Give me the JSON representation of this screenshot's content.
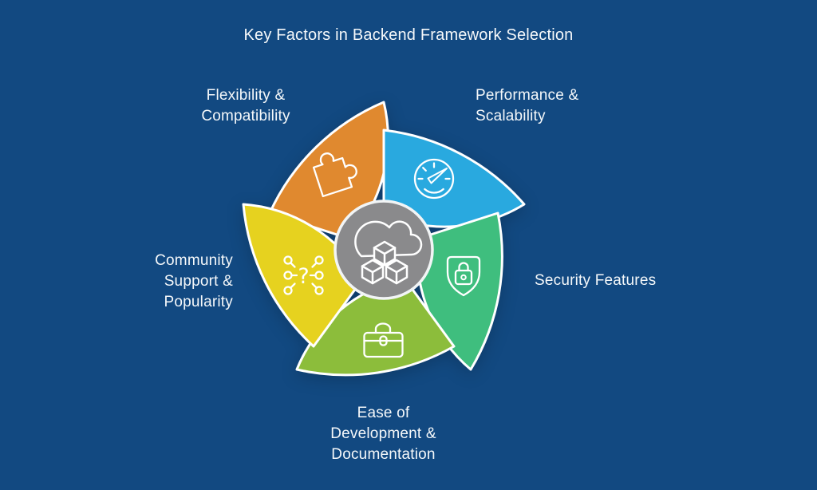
{
  "title": "Key Factors in Backend Framework Selection",
  "colors": {
    "background": "#124981",
    "outline": "#FFFFFF",
    "center_circle": "#8A8A8C",
    "text": "#F5F8FA"
  },
  "center": {
    "icon": "cloud-cubes-icon"
  },
  "question_glyph": "?",
  "segments": [
    {
      "name": "flexibility-compatibility",
      "label_lines": [
        "Flexibility &",
        "Compatibility"
      ],
      "color": "#E0892F",
      "icon": "puzzle-icon",
      "position": "top-left"
    },
    {
      "name": "performance-scalability",
      "label_lines": [
        "Performance &",
        "Scalability"
      ],
      "color": "#29A9DF",
      "icon": "speedometer-icon",
      "position": "top-right"
    },
    {
      "name": "security-features",
      "label_lines": [
        "Security Features"
      ],
      "color": "#3FBE7E",
      "icon": "shield-lock-icon",
      "position": "right"
    },
    {
      "name": "ease-development-documentation",
      "label_lines": [
        "Ease of",
        "Development &",
        "Documentation"
      ],
      "color": "#8CBD3B",
      "icon": "briefcase-icon",
      "position": "bottom"
    },
    {
      "name": "community-support-popularity",
      "label_lines": [
        "Community",
        "Support &",
        "Popularity"
      ],
      "color": "#E6D21F",
      "icon": "network-question-icon",
      "position": "left"
    }
  ]
}
